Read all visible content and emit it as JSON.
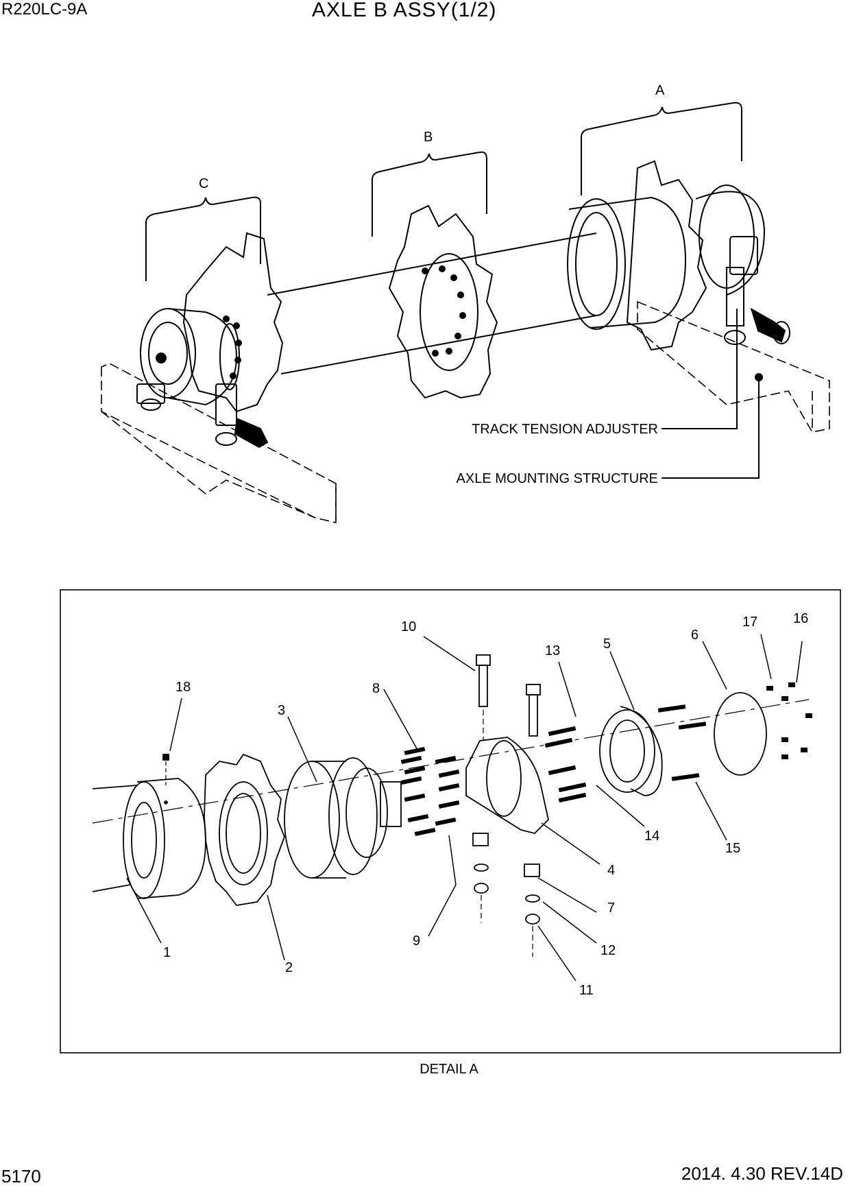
{
  "header": {
    "model": "R220LC-9A",
    "title": "AXLE B ASSY(1/2)"
  },
  "overview": {
    "groups": [
      "A",
      "B",
      "C"
    ],
    "callouts": [
      "TRACK TENSION ADJUSTER",
      "AXLE MOUNTING STRUCTURE"
    ]
  },
  "detail": {
    "caption": "DETAIL A",
    "parts": [
      "1",
      "2",
      "3",
      "4",
      "5",
      "6",
      "7",
      "8",
      "9",
      "10",
      "11",
      "12",
      "13",
      "14",
      "15",
      "16",
      "17",
      "18"
    ]
  },
  "footer": {
    "page": "5170",
    "revision": "2014. 4.30  REV.14D"
  }
}
